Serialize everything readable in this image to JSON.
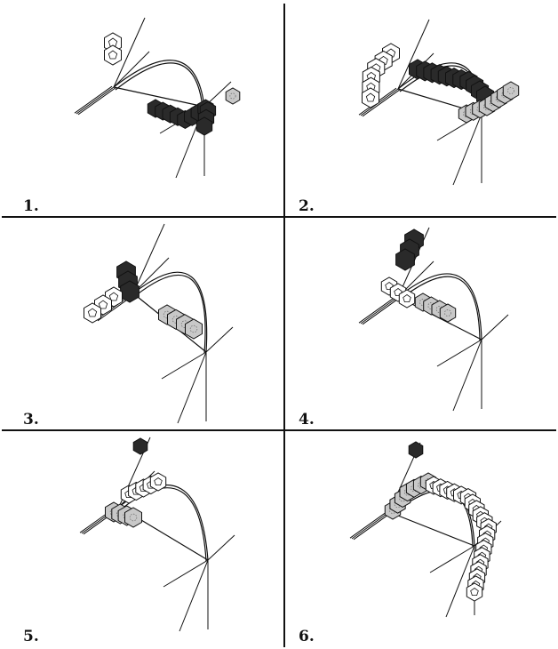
{
  "panels": [
    {
      "label": "1."
    },
    {
      "label": "2."
    },
    {
      "label": "3."
    },
    {
      "label": "4."
    },
    {
      "label": "5."
    },
    {
      "label": "6."
    }
  ],
  "colors": {
    "dark_segment": "#2a2a2a",
    "gray_segment": "#c8c8c8",
    "white_segment": "#ffffff",
    "stroke": "#111111"
  }
}
